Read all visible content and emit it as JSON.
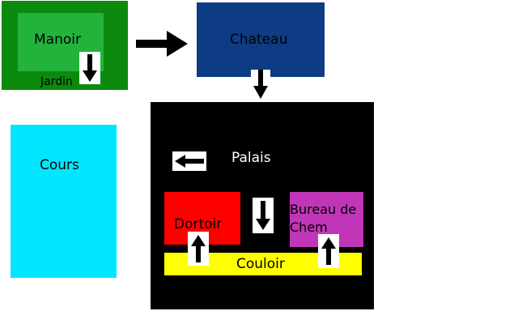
{
  "colors": {
    "jardin": "#0b8a0e",
    "manoir": "#23b33c",
    "chateau": "#0d3c84",
    "palais": "#000000",
    "cours": "#00e6ff",
    "dortoir": "#ff0000",
    "bureau": "#c136b8",
    "couloir": "#ffff00",
    "arrow": "#000000"
  },
  "rooms": {
    "jardin": "Jardin",
    "manoir": "Manoir",
    "chateau": "Chateau",
    "palais": "Palais",
    "cours": "Cours",
    "dortoir": "Dortoir",
    "bureau_line1": "Bureau de",
    "bureau_line2": "Chem",
    "couloir": "Couloir"
  },
  "arrows": [
    {
      "name": "manoir-to-chateau-arrow",
      "direction": "right"
    },
    {
      "name": "manoir-down-arrow",
      "direction": "down"
    },
    {
      "name": "chateau-to-palais-arrow",
      "direction": "down"
    },
    {
      "name": "palais-left-arrow",
      "direction": "left"
    },
    {
      "name": "palais-down-arrow",
      "direction": "down"
    },
    {
      "name": "dortoir-up-arrow",
      "direction": "up"
    },
    {
      "name": "bureau-up-arrow",
      "direction": "up"
    }
  ]
}
